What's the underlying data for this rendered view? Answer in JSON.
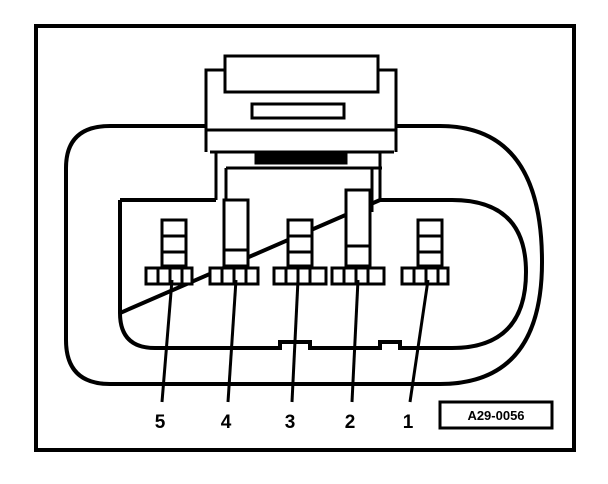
{
  "figure": {
    "reference_code": "A29-0056",
    "pins": [
      {
        "number": "5"
      },
      {
        "number": "4"
      },
      {
        "number": "3"
      },
      {
        "number": "2"
      },
      {
        "number": "1"
      }
    ]
  }
}
